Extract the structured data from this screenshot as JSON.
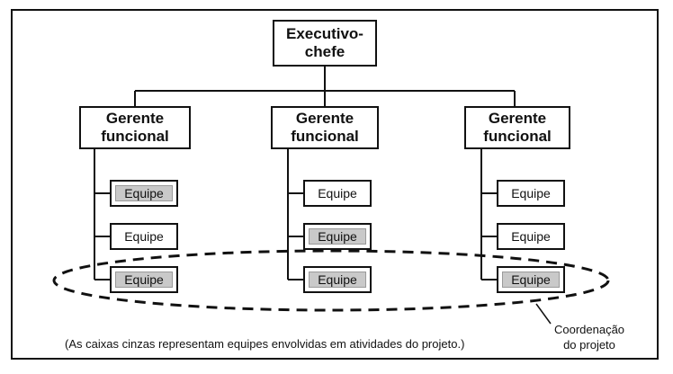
{
  "diagram": {
    "executive": "Executivo-\nchefe",
    "managers": [
      "Gerente\nfuncional",
      "Gerente\nfuncional",
      "Gerente\nfuncional"
    ],
    "teams": [
      [
        {
          "label": "Equipe",
          "gray": true
        },
        {
          "label": "Equipe",
          "gray": false
        },
        {
          "label": "Equipe",
          "gray": true
        }
      ],
      [
        {
          "label": "Equipe",
          "gray": false
        },
        {
          "label": "Equipe",
          "gray": true
        },
        {
          "label": "Equipe",
          "gray": true
        }
      ],
      [
        {
          "label": "Equipe",
          "gray": false
        },
        {
          "label": "Equipe",
          "gray": false
        },
        {
          "label": "Equipe",
          "gray": true
        }
      ]
    ],
    "coordination_label": "Coordenação\ndo projeto",
    "caption": "(As caixas cinzas representam equipes envolvidas em atividades do projeto.)",
    "colors": {
      "line": "#111111",
      "gray_fill": "#c9c9c9"
    }
  }
}
